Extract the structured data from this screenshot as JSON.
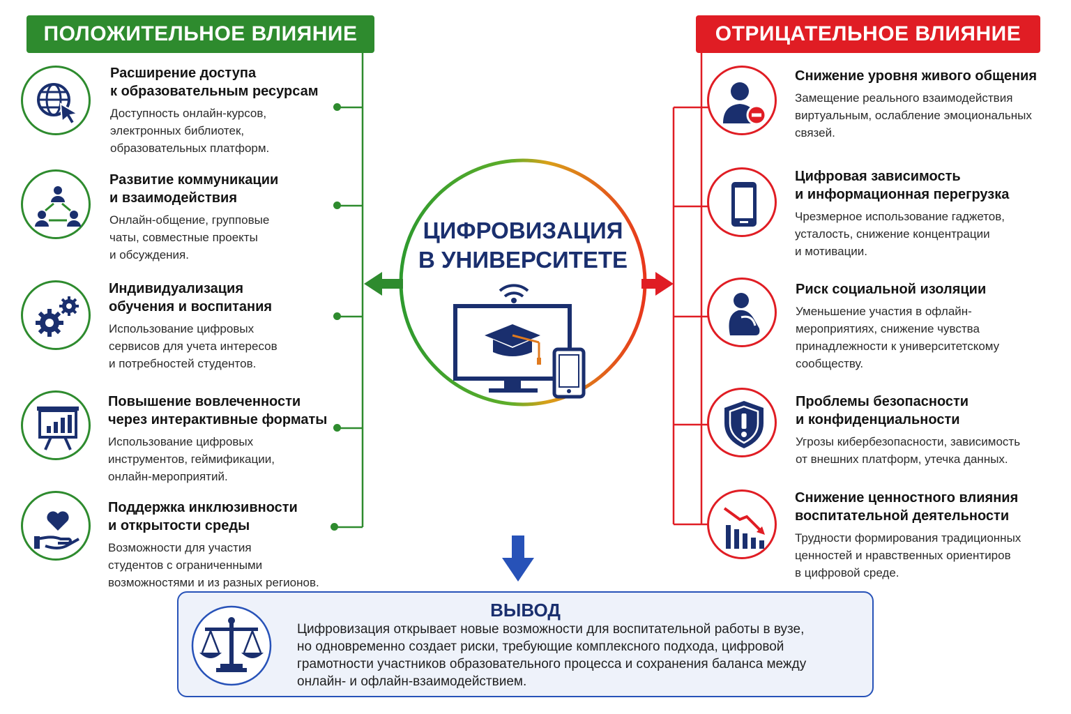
{
  "positive": {
    "banner": "ПОЛОЖИТЕЛЬНОЕ ВЛИЯНИЕ",
    "items": [
      {
        "title": "Расширение доступа\nк образовательным ресурсам",
        "desc": "Доступность онлайн-курсов,\nэлектронных библиотек,\nобразовательных платформ.",
        "icon": "globe-cursor-icon"
      },
      {
        "title": "Развитие коммуникации\nи взаимодействия",
        "desc": "Онлайн-общение, групповые\nчаты, совместные проекты\nи обсуждения.",
        "icon": "people-network-icon"
      },
      {
        "title": "Индивидуализация\nобучения и воспитания",
        "desc": "Использование цифровых\nсервисов для учета интересов\nи потребностей студентов.",
        "icon": "gears-icon"
      },
      {
        "title": "Повышение вовлеченности\nчерез интерактивные форматы",
        "desc": "Использование цифровых\nинструментов, геймификации,\nонлайн-мероприятий.",
        "icon": "presentation-chart-icon"
      },
      {
        "title": "Поддержка инклюзивности\nи открытости среды",
        "desc": "Возможности для участия\nстудентов с ограниченными\nвозможностями и из разных регионов.",
        "icon": "heart-hand-icon"
      }
    ]
  },
  "negative": {
    "banner": "ОТРИЦАТЕЛЬНОЕ ВЛИЯНИЕ",
    "items": [
      {
        "title": "Снижение уровня живого общения",
        "desc": "Замещение реального взаимодействия\nвиртуальным, ослабление эмоциональных\nсвязей.",
        "icon": "person-minus-icon"
      },
      {
        "title": "Цифровая зависимость\nи информационная перегрузка",
        "desc": "Чрезмерное использование гаджетов,\nусталость, снижение концентрации\nи мотивации.",
        "icon": "smartphone-icon"
      },
      {
        "title": "Риск социальной изоляции",
        "desc": "Уменьшение участия в офлайн-\nмероприятиях, снижение чувства\nпринадлежности к университетскому\nсообществу.",
        "icon": "isolated-person-icon"
      },
      {
        "title": "Проблемы безопасности\nи конфиденциальности",
        "desc": "Угрозы кибербезопасности, зависимость\nот внешних платформ, утечка данных.",
        "icon": "shield-warning-icon"
      },
      {
        "title": "Снижение ценностного влияния\nвоспитательной деятельности",
        "desc": "Трудности формирования традиционных\nценностей и нравственных ориентиров\nв цифровой среде.",
        "icon": "declining-chart-icon"
      }
    ]
  },
  "center": {
    "title": "ЦИФРОВИЗАЦИЯ\nВ УНИВЕРСИТЕТЕ",
    "icon": "monitor-graduation-cap-icon"
  },
  "conclusion": {
    "title": "ВЫВОД",
    "text": "Цифровизация открывает новые возможности для воспитательной работы в вузе,\nно одновременно создает риски, требующие комплексного подхода, цифровой\nграмотности участников образовательного процесса и сохранения баланса между\nонлайн- и офлайн-взаимодействием.",
    "icon": "scales-icon"
  },
  "colors": {
    "positive": "#2e8b2e",
    "negative": "#e01d24",
    "navy": "#1a2f6e",
    "accent_blue": "#2752b8"
  }
}
